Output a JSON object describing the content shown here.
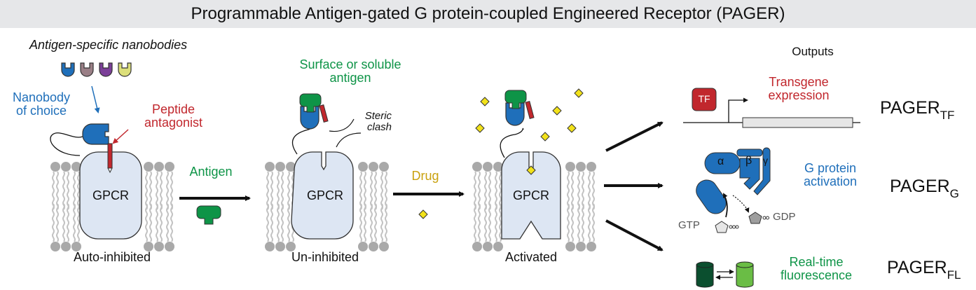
{
  "title": "Programmable Antigen-gated G protein-coupled Engineered Receptor (PAGER)",
  "colors": {
    "nanobody_blue": "#1f6fba",
    "nanobody_mauve": "#9a7f86",
    "nanobody_purple": "#7b3f98",
    "nanobody_yellow": "#dcdf7a",
    "antigen_green": "#0e9447",
    "peptide_red": "#c1272d",
    "drug_yellow": "#f2e21a",
    "drug_label": "#c9a10f",
    "receptor_fill": "#dde6f3",
    "membrane_gray": "#a9a9a9",
    "fl_dark": "#0b4f2f",
    "fl_light": "#6abd45",
    "gtp_fill": "#e6e6e6",
    "gdp_fill": "#9e9e9e"
  },
  "left": {
    "nanobodies_label": "Antigen-specific nanobodies",
    "nanobody_choice_label_1": "Nanobody",
    "nanobody_choice_label_2": "of choice",
    "peptide_label_1": "Peptide",
    "peptide_label_2": "antagonist"
  },
  "states": [
    {
      "receptor_label": "GPCR",
      "caption": "Auto-inhibited"
    },
    {
      "receptor_label": "GPCR",
      "caption": "Un-inhibited"
    },
    {
      "receptor_label": "GPCR",
      "caption": "Activated"
    }
  ],
  "transitions": {
    "antigen_label": "Antigen",
    "drug_label": "Drug"
  },
  "middle": {
    "antigen_label_1": "Surface or soluble",
    "antigen_label_2": "antigen",
    "steric_1": "Steric",
    "steric_2": "clash"
  },
  "outputs": {
    "heading": "Outputs",
    "items": [
      {
        "label_1": "Transgene",
        "label_2": "expression",
        "name": "PAGER",
        "sub": "TF",
        "box": "TF"
      },
      {
        "label_1": "G protein",
        "label_2": "activation",
        "name": "PAGER",
        "sub": "G",
        "alpha": "α",
        "beta": "β",
        "gamma": "γ",
        "gtp": "GTP",
        "gdp": "GDP"
      },
      {
        "label_1": "Real-time",
        "label_2": "fluorescence",
        "name": "PAGER",
        "sub": "FL"
      }
    ]
  }
}
